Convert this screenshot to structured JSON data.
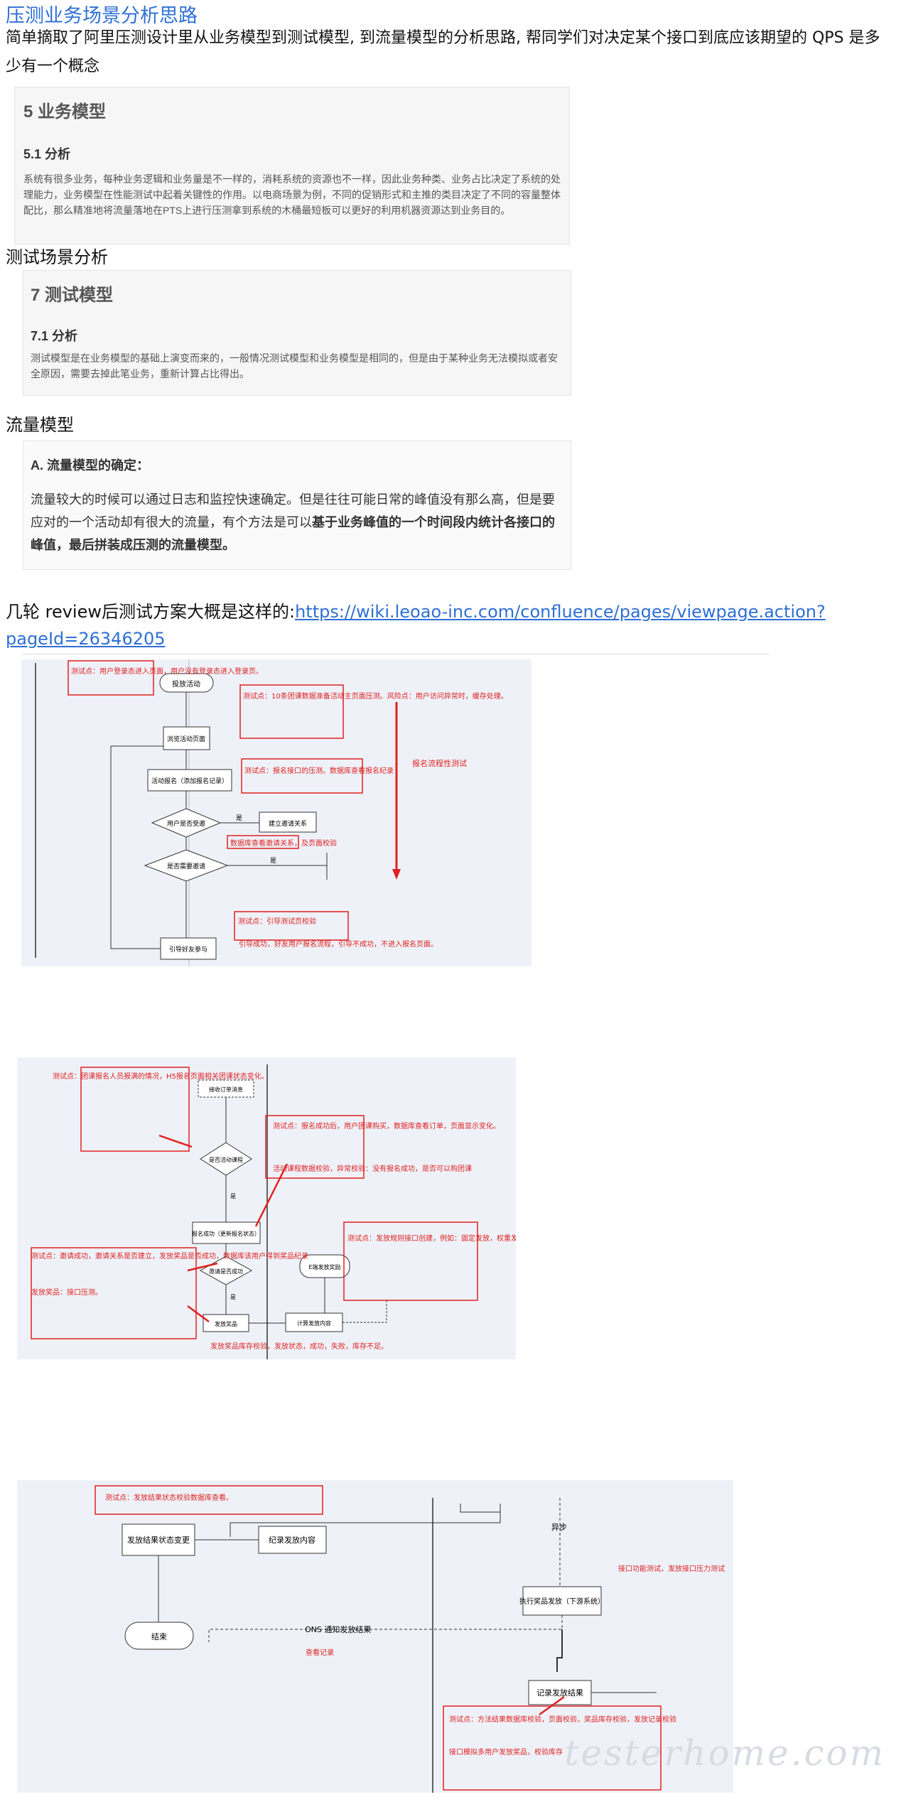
{
  "title": "压测业务场景分析思路",
  "intro": "简单摘取了阿里压测设计里从业务模型到测试模型, 到流量模型的分析思路, 帮同学们对决定某个接口到底应该期望的 QPS 是多少有一个概念",
  "business": {
    "h1": "5 业务模型",
    "h2": "5.1 分析",
    "body": "系统有很多业务，每种业务逻辑和业务量是不一样的，消耗系统的资源也不一样，因此业务种类、业务占比决定了系统的处理能力，业务模型在性能测试中起着关键性的作用。以电商场景为例，不同的促销形式和主推的类目决定了不同的容量整体配比，那么精准地将流量落地在PTS上进行压测拿到系统的木桶最短板可以更好的利用机器资源达到业务目的。"
  },
  "scenario_heading": "测试场景分析",
  "test_model": {
    "h1": "7 测试模型",
    "h2": "7.1 分析",
    "body": "测试模型是在业务模型的基础上演变而来的，一般情况测试模型和业务模型是相同的，但是由于某种业务无法模拟或者安全原因，需要去掉此笔业务，重新计算占比得出。"
  },
  "traffic_heading": "流量模型",
  "traffic": {
    "h2": "A. 流量模型的确定：",
    "body_a": "流量较大的时候可以通过日志和监控快速确定。但是往往可能日常的峰值没有那么高，但是要应对的一个活动却有很大的流量，有个方法是可以",
    "body_b": "基于业务峰值的一个时间段内统计各接口的峰值，最后拼装成压测的流量模型。"
  },
  "wiki": {
    "prefix": "几轮 review后测试方案大概是这样的:",
    "link": "https://wiki.leoao-inc.com/confluence/pages/viewpage.action?pageId=26346205"
  },
  "diagram1": {
    "nodes": [
      "投放活动",
      "浏览活动页面",
      "活动报名（添加报名记录）",
      "用户是否受邀",
      "建立邀请关系",
      "是否需要邀请",
      "引导好友参与"
    ],
    "edge_labels": [
      "是",
      "是"
    ],
    "notes": [
      "测试点：用户登录态进入页面，用户没有登录态进入登录页。",
      "测试点：10条团课数据准备活动主页面压测。风险点：用户访问异常时，缓存处理。",
      "测试点：报名接口的压测。数据库查看报名纪录",
      "数据库查看邀请关系，及页面校验",
      "测试点：引导测试页校验",
      "引导成功，好友用户报名流程，引导不成功，不进入报名页面。"
    ],
    "side_label": "报名流程性测试"
  },
  "diagram2": {
    "nodes": [
      "接收订单消息",
      "是否活动课程",
      "报名成功（更新报名状态）",
      "邀请是否成功",
      "发放奖品",
      "计算发放内容",
      "E端发放奖励"
    ],
    "edge_labels": [
      "是",
      "是"
    ],
    "notes": [
      "测试点：团课报名人员报满的情况，H5报名页面相关团课状态变化。",
      "测试点：报名成功后，用户团课购买，数据库查看订单，页面显示变化。",
      "活动课程数据校验，异常校验：没有报名成功，是否可以购团课",
      "测试点：发放规则接口创建，例如：固定发放，权重发放。",
      "测试点：邀请成功，邀请关系是否建立，发放奖品是否成功，数据库该用户得到奖品纪录",
      "发放奖品：接口压测。",
      "发放奖品库存校验，发放状态，成功，失败，库存不足。"
    ]
  },
  "diagram3": {
    "nodes": [
      "发放结果状态变更",
      "纪录发放内容",
      "结束",
      "执行奖品发放（下游系统）",
      "记录发放结果"
    ],
    "edge_labels": [
      "异步",
      "ONS 通知发放结果"
    ],
    "notes": [
      "测试点：发放结果状态校验数据库查看。",
      "接口功能测试，发放接口压力测试",
      "查看记录",
      "测试点：方法结果数据库校验，页面校验，奖品库存校验，发放记录校验",
      "接口模拟多用户发放奖品，校验库存"
    ]
  },
  "watermark": "testerhome.com"
}
